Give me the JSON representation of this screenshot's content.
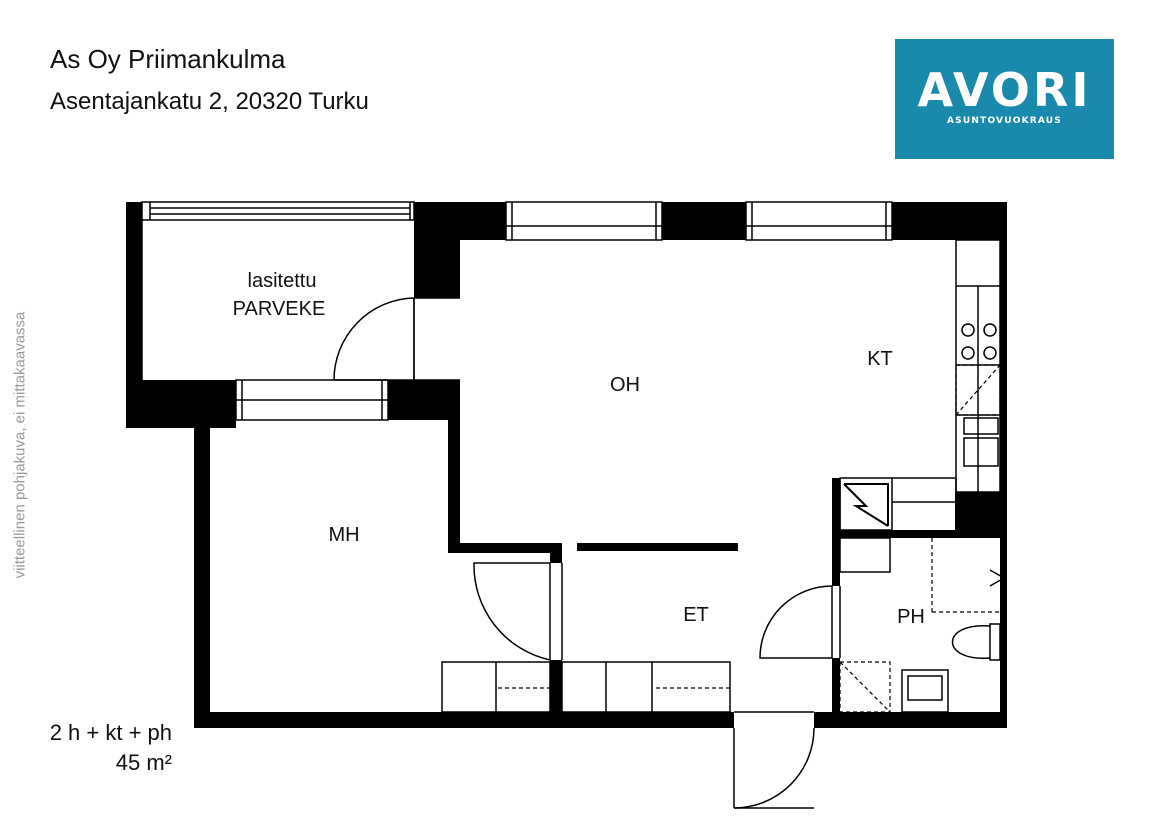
{
  "header": {
    "building": "As Oy Priimankulma",
    "address": "Asentajankatu 2, 20320 Turku"
  },
  "logo": {
    "brand": "AVORI",
    "tagline": "ASUNTOVUOKRAUS",
    "color": "#1a8aac"
  },
  "side_note": "viitteellinen pohjakuva, ei mittakaavassa",
  "summary": {
    "type": "2 h + kt + ph",
    "area": "45 m²"
  },
  "rooms": {
    "balcony_line1": "lasitettu",
    "balcony_line2": "PARVEKE",
    "living": "OH",
    "kitchen": "KT",
    "bedroom": "MH",
    "hall": "ET",
    "bathroom": "PH"
  }
}
